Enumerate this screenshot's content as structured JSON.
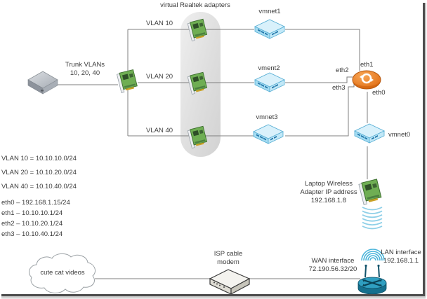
{
  "diagram": {
    "title": "virtual Realtek adapters",
    "nodes": {
      "trunk": {
        "line1": "Trunk VLANs",
        "line2": "10, 20, 40"
      },
      "vlan10": "VLAN 10",
      "vlan20": "VLAN 20",
      "vlan40": "VLAN 40",
      "vmnet1": "vmnet1",
      "vment2": "vment2",
      "vmnet3": "vmnet3",
      "vmnet0": "vmnet0",
      "ports": {
        "eth0": "eth0",
        "eth1": "eth1",
        "eth2": "eth2",
        "eth3": "eth3"
      },
      "laptop": {
        "line1": "Laptop Wireless",
        "line2": "Adapter IP address",
        "line3": "192.168.1.8"
      },
      "cloud": "cute cat videos",
      "modem": {
        "line1": "ISP cable",
        "line2": "modem"
      },
      "wan": {
        "line1": "WAN interface",
        "line2": "72.190.56.32/20"
      },
      "lan": {
        "line1": "LAN interface",
        "line2": "192.168.1.1"
      }
    },
    "vlan_table": [
      "VLAN 10 = 10.10.10.0/24",
      "VLAN 20 = 10.10.20.0/24",
      "VLAN 40 = 10.10.40.0/24"
    ],
    "interface_table": [
      "eth0 – 192.168.1.15/24",
      "eth1 – 10.10.10.1/24",
      "eth2 – 10.10.20.1/24",
      "eth3 – 10.10.40.1/24"
    ],
    "colors": {
      "switch_blue": "#a5dcf2",
      "nic_green": "#6fae53",
      "router_orange": "#e8751a",
      "router_teal": "#15708e",
      "wave_blue": "#8fd0e8",
      "line_gray": "#7f7f7f",
      "text": "#3b3b3b"
    },
    "icons": {
      "switch": "switch-icon",
      "nic": "nic-adapter-icon",
      "hub": "vmnet-switch-icon",
      "router": "router-icon",
      "wireless_router": "wireless-router-icon",
      "modem": "modem-icon",
      "cloud": "cloud-icon",
      "waves": "radio-waves-icon"
    }
  }
}
